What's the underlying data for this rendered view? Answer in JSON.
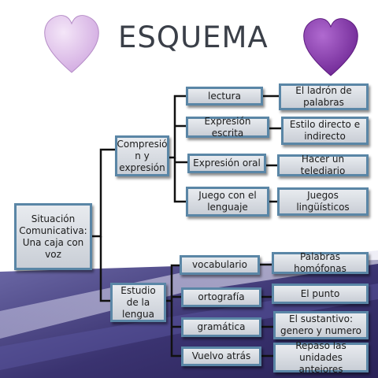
{
  "title": "ESQUEMA",
  "colors": {
    "heart_left": "#d9b7e6",
    "heart_right": "#7a2fa0",
    "box_border": "#5a86a6",
    "connector": "#111111",
    "band_dark": "#3a3370",
    "band_mid": "#6d6aa8"
  },
  "nodes": {
    "root": "Situación Comunicativa: Una caja con voz",
    "comprension": "Compresió n y expresión",
    "estudio": "Estudio de la lengua",
    "lectura": "lectura",
    "expresion_escrita": "Expresión escrita",
    "expresion_oral": "Expresión oral",
    "juego": "Juego con el lenguaje",
    "vocabulario": "vocabulario",
    "ortografia": "ortografía",
    "gramatica": "gramática",
    "vuelvo": "Vuelvo atrás",
    "ladron": "El ladrón de palabras",
    "estilo": "Estilo directo e indirecto",
    "telediario": "Hacer un telediario",
    "juegos_ling": "Juegos lingüísticos",
    "homofonas": "Palabras homófonas",
    "punto": "El punto",
    "sustantivo": "El sustantivo: genero y numero",
    "repaso": "Repaso las unidades anteiores"
  }
}
